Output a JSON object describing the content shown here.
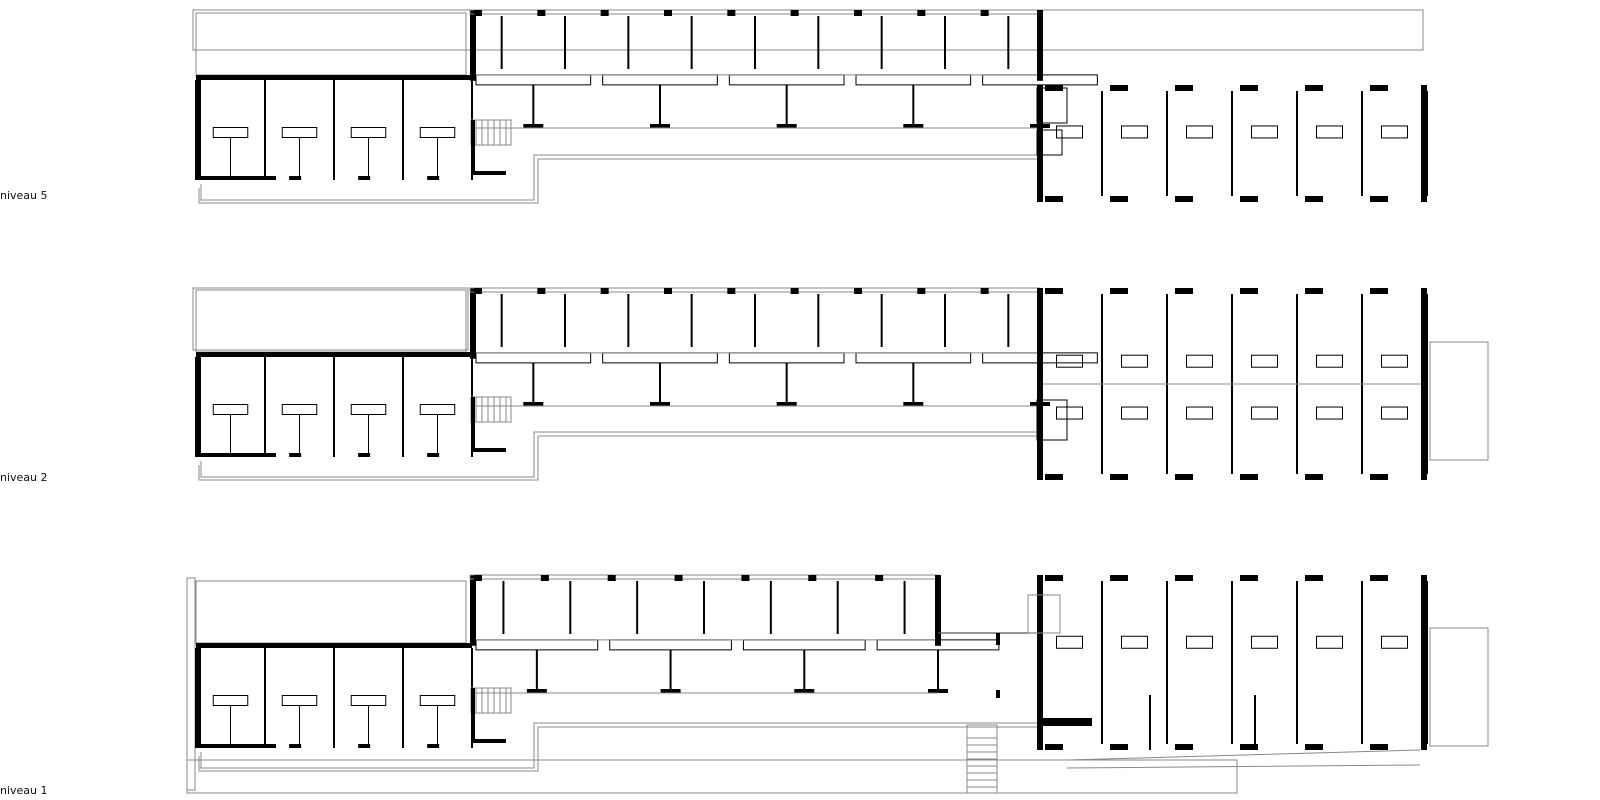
{
  "floors": [
    {
      "label": "niveau 5"
    },
    {
      "label": "niveau 2"
    },
    {
      "label": "niveau 1"
    }
  ],
  "colors": {
    "wall": "#000000",
    "outline": "#888888",
    "background": "#ffffff"
  }
}
